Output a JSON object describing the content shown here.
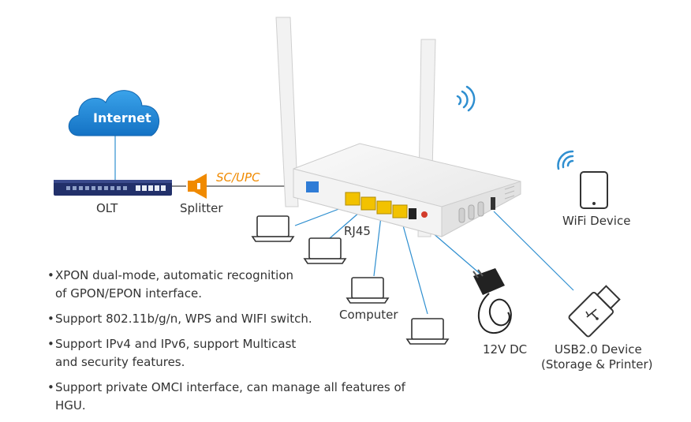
{
  "nodes": {
    "internet": "Internet",
    "olt": "OLT",
    "splitter": "Splitter",
    "connector": "SC/UPC",
    "rj45": "RJ45",
    "computer": "Computer",
    "dc": "12V DC",
    "wifi_device": "WiFi Device",
    "usb_line1": "USB2.0 Device",
    "usb_line2": "(Storage & Printer)"
  },
  "features": [
    {
      "line1": "XPON dual-mode, automatic recognition",
      "line2": "of GPON/EPON interface."
    },
    {
      "line1": "Support 802.11b/g/n, WPS and WIFI switch.",
      "line2": ""
    },
    {
      "line1": "Support IPv4 and IPv6, support Multicast",
      "line2": "and security features."
    },
    {
      "line1": "Support private OMCI interface, can manage all features of HGU.",
      "line2": ""
    }
  ],
  "colors": {
    "cloud": "#1e88d8",
    "link": "#2f8fd0",
    "splitter": "#f08a00",
    "lan_port": "#f2c200",
    "olt_body": "#22306a"
  }
}
